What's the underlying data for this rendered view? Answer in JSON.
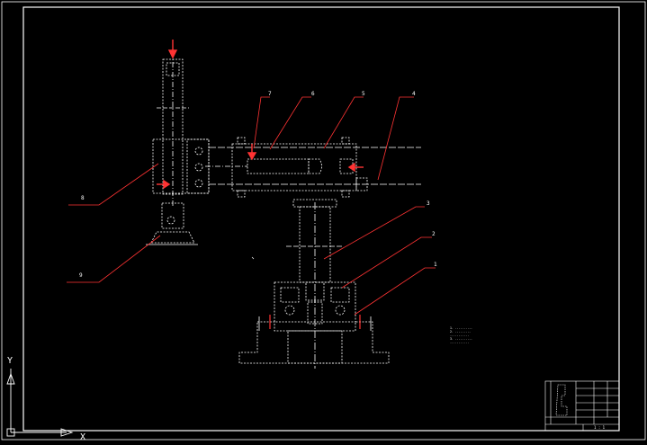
{
  "drawing": {
    "callouts": [
      "1",
      "2",
      "3",
      "4",
      "5",
      "6",
      "7",
      "8",
      "9"
    ],
    "notes": [
      "1. ..........",
      "2. .........",
      "...........",
      "3. ..........",
      "..........."
    ],
    "title_block": {
      "bottom_right": "1 : 1"
    }
  },
  "ucs": {
    "x_label": "X",
    "y_label": "Y"
  },
  "colors": {
    "background": "#000000",
    "frame": "#ffffff",
    "leader": "#ff3333",
    "dashed": "#ffffff",
    "text": "#ffffff"
  }
}
